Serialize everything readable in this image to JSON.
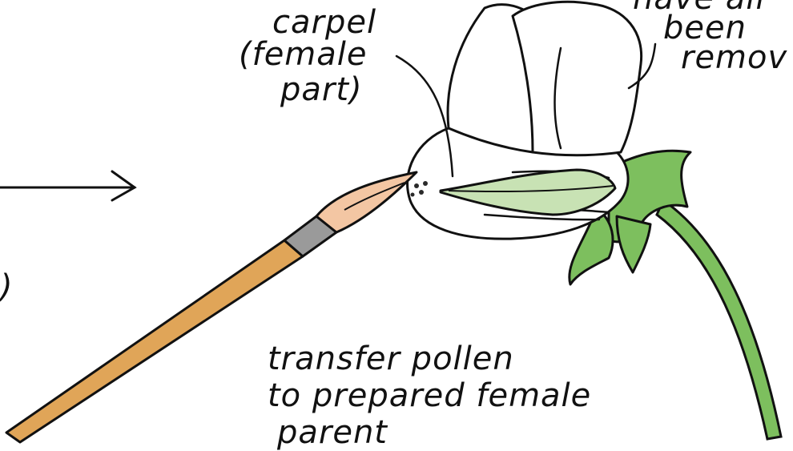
{
  "labels": {
    "carpel_line1": "carpel",
    "carpel_line2": "(female",
    "carpel_line3": "part)",
    "petals_line0": "have all",
    "petals_line1": "been",
    "petals_line2": "remov",
    "transfer_line1": "transfer pollen",
    "transfer_line2": "to prepared female",
    "transfer_line3": "parent",
    "left_fragment": ")"
  },
  "colors": {
    "outline": "#111111",
    "petal": "#ffffff",
    "sepal": "#7dbf5e",
    "leaf": "#c8e2b4",
    "stem": "#7dbf5e",
    "brush_handle": "#e0a558",
    "brush_ferrule": "#9a9a9a",
    "brush_tip": "#f3c6a3",
    "pollen": "#2a2a2a"
  }
}
